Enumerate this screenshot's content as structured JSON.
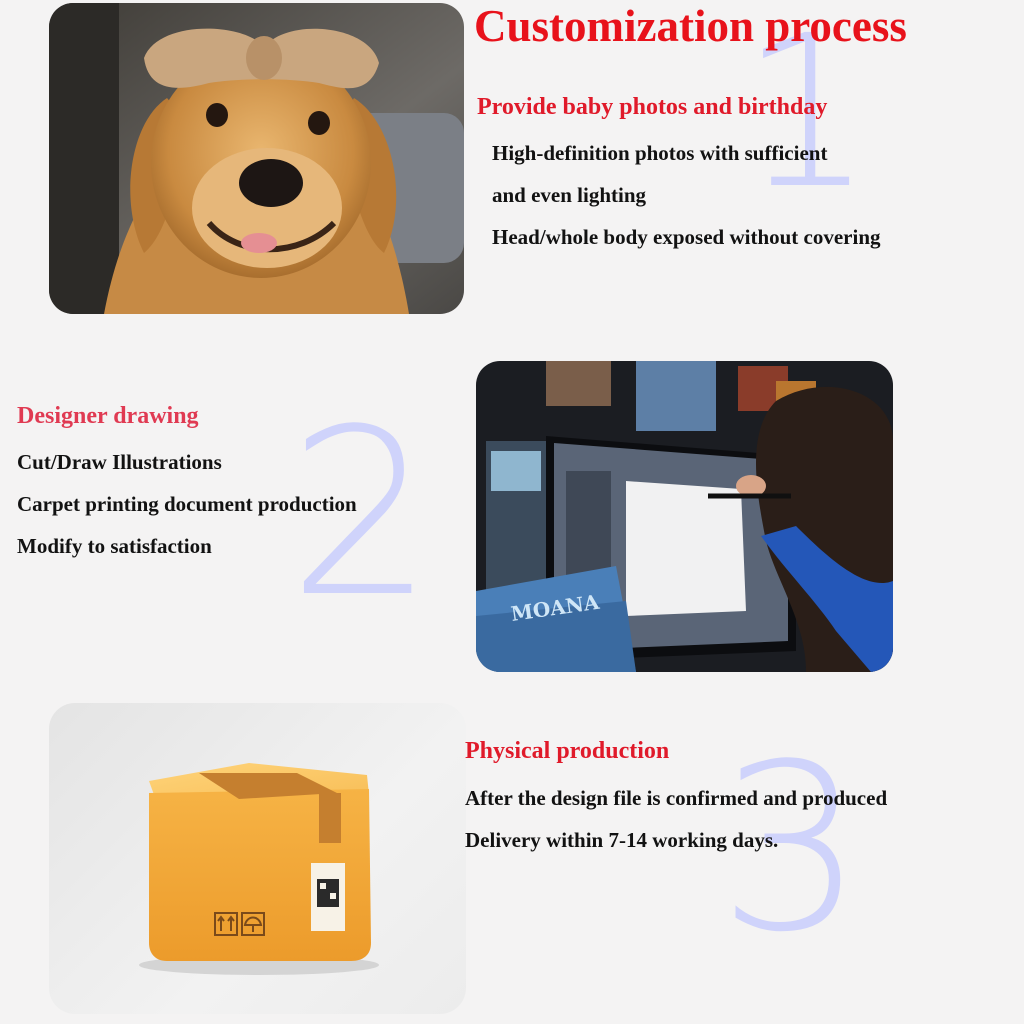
{
  "header": {
    "title": "Customization process"
  },
  "steps": [
    {
      "number": "1",
      "title": "Provide baby photos and birthday",
      "lines": [
        "High-definition photos with sufficient",
        "and even lighting",
        "Head/whole body exposed without covering"
      ]
    },
    {
      "number": "2",
      "title": "Designer drawing",
      "lines": [
        "Cut/Draw Illustrations",
        "Carpet printing document production",
        "Modify to satisfaction"
      ]
    },
    {
      "number": "3",
      "title": "Physical production",
      "lines": [
        "After the design file is confirmed and produced",
        "Delivery within 7-14 working days."
      ]
    }
  ],
  "artwork": {
    "book_title": "MOANA"
  },
  "colors": {
    "title_red": "#e8121b",
    "step_red": "#e01a2a",
    "step_pink": "#e03a52",
    "numeral_lavender": "#cfd3fb",
    "box_orange": "#f3a93a"
  }
}
